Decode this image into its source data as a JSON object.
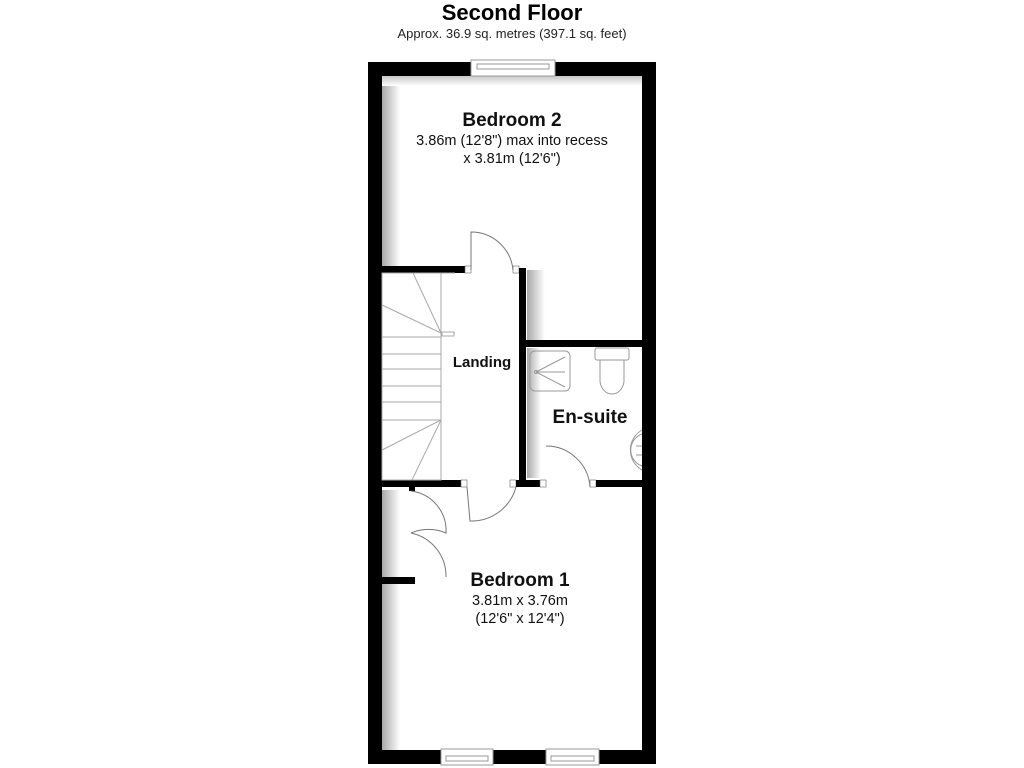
{
  "header": {
    "title": "Second Floor",
    "area": "Approx. 36.9 sq. metres (397.1 sq. feet)"
  },
  "rooms": [
    {
      "id": "bedroom-2",
      "name": "Bedroom 2",
      "dim_line1": "3.86m (12'8\") max into recess",
      "dim_line2": "x 3.81m (12'6\")"
    },
    {
      "id": "landing",
      "name": "Landing"
    },
    {
      "id": "en-suite",
      "name": "En-suite"
    },
    {
      "id": "bedroom-1",
      "name": "Bedroom 1",
      "dim_line1": "3.81m x 3.76m",
      "dim_line2": "(12'6\" x 12'4\")"
    }
  ],
  "colors": {
    "wall": "#000000",
    "floor": "#ffffff",
    "fixture_line": "#999999"
  }
}
